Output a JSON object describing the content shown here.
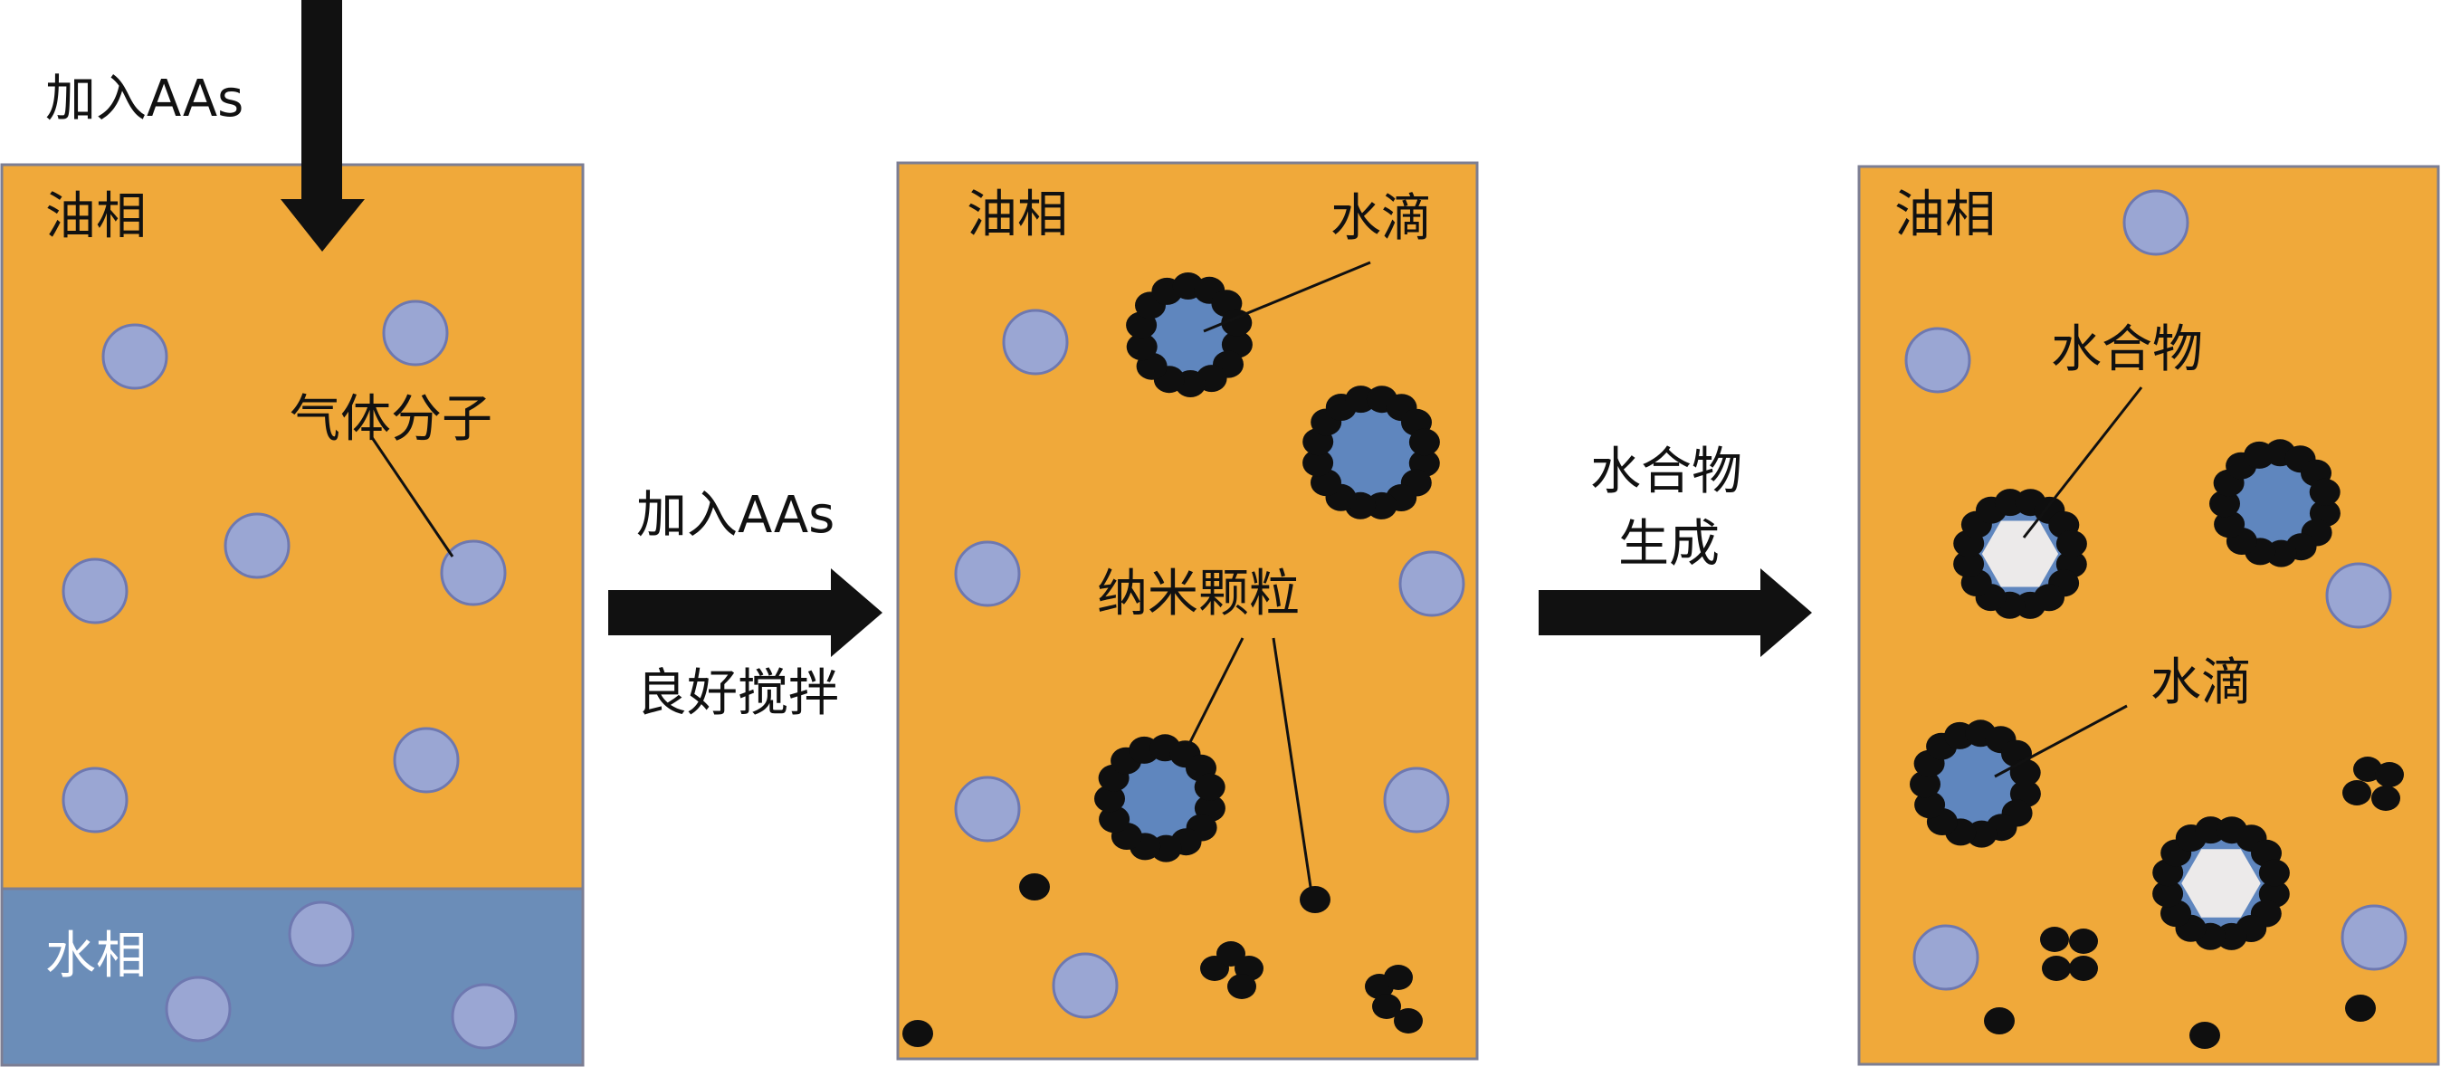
{
  "colors": {
    "oil": "#F0A93A",
    "water_phase": "#6B8DB8",
    "gas_molecule": "#9AA6D3",
    "gas_molecule_stroke": "#6E78B0",
    "droplet_water": "#5F86BE",
    "hydrate": "#ECEAEA",
    "nanoparticle": "#0F0F0F",
    "arrow": "#111111",
    "border": "#7C7E93"
  },
  "step1": {
    "add_aas_label": "加入AAs",
    "oil_label": "油相",
    "water_label": "水相",
    "gas_molecule_label": "气体分子"
  },
  "transition1": {
    "label_top": "加入AAs",
    "label_bottom": "良好搅拌"
  },
  "step2": {
    "oil_label": "油相",
    "droplet_label": "水滴",
    "nanoparticle_label": "纳米颗粒"
  },
  "transition2": {
    "label_line1": "水合物",
    "label_line2": "生成"
  },
  "step3": {
    "oil_label": "油相",
    "hydrate_label": "水合物",
    "droplet_label": "水滴"
  }
}
